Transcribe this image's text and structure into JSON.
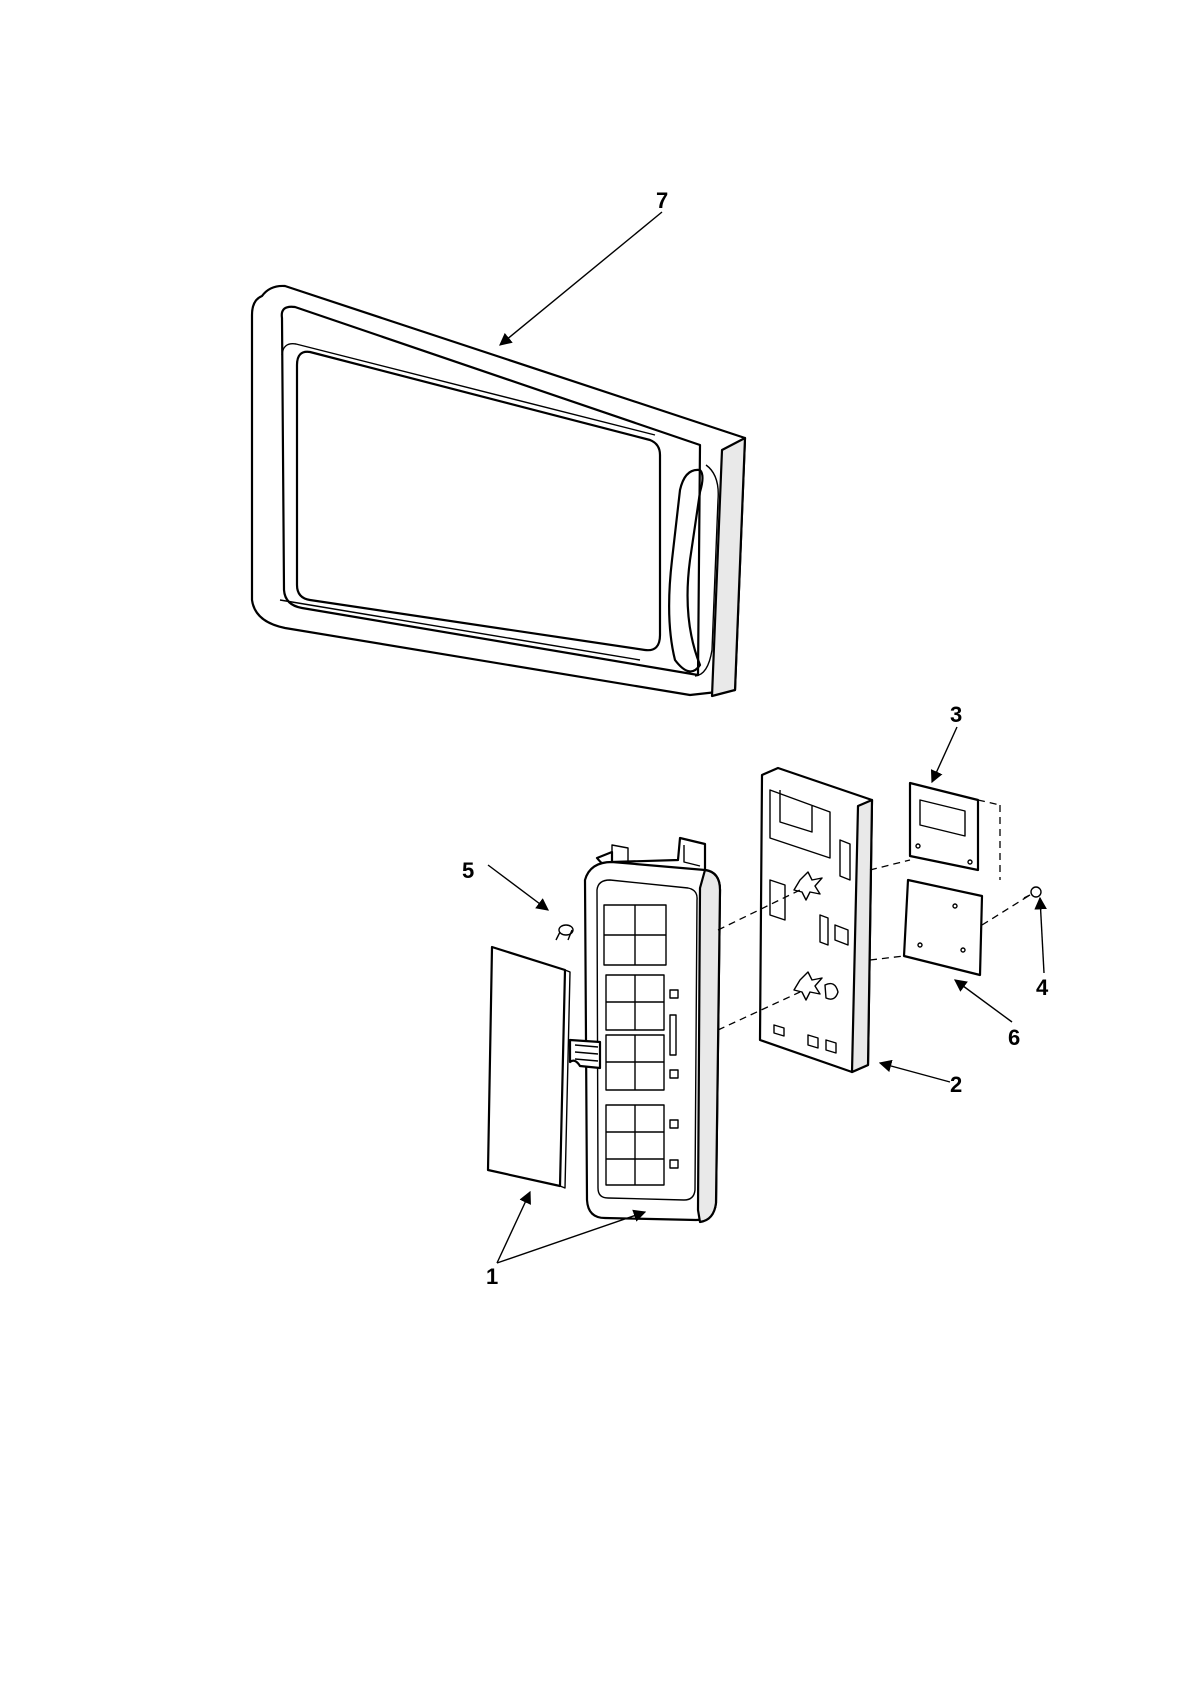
{
  "callouts": {
    "door": "7",
    "keypad": "1",
    "bracket": "2",
    "pcb_upper": "3",
    "screw_right": "4",
    "screw_left": "5",
    "pcb_lower": "6"
  }
}
